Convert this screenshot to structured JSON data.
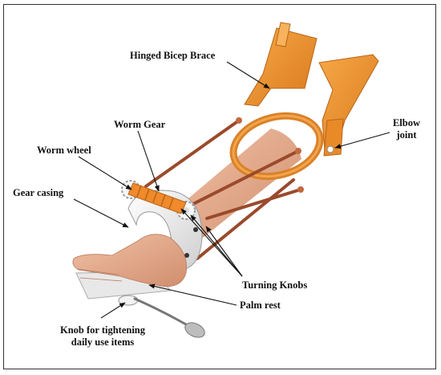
{
  "labels": {
    "hinged_bicep_brace": "Hinged Bicep Brace",
    "worm_gear": "Worm Gear",
    "worm_wheel": "Worm wheel",
    "gear_casing": "Gear casing",
    "elbow_joint_line1": "Elbow",
    "elbow_joint_line2": "joint",
    "turning_knobs": "Turning Knobs",
    "palm_rest": "Palm rest",
    "knob_line1": "Knob for tightening",
    "knob_line2": "daily use items"
  },
  "colors": {
    "brace_orange": "#f0922e",
    "rod_copper": "#9a4a2c",
    "skin": "#e4a888",
    "casing_white": "#eeeeee"
  }
}
